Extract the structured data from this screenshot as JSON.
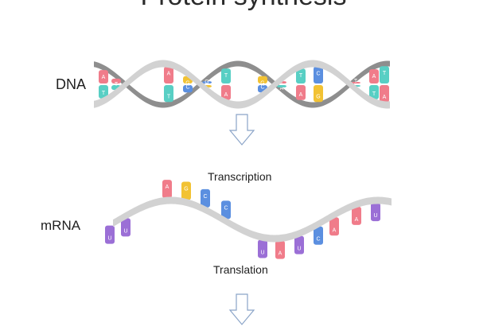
{
  "title": "Protein synthesis",
  "labels": {
    "dna": "DNA",
    "mrna": "mRNA",
    "transcription": "Transcription",
    "translation": "Translation"
  },
  "colors": {
    "A": "#f07c8a",
    "T": "#58cfc4",
    "G": "#f2c233",
    "C": "#5b8fe0",
    "U": "#9b6fd6",
    "backbone_light": "#d2d2d2",
    "backbone_dark": "#8e8e8e",
    "arrow": "#8aa4c8"
  },
  "dna_pairs": [
    [
      "A",
      "T"
    ],
    [
      "A",
      "T"
    ],
    [
      "A",
      "T"
    ],
    [
      "G",
      "C"
    ],
    [
      "C",
      "G"
    ],
    [
      "T",
      "A"
    ],
    [
      "G",
      "C"
    ],
    [
      "A",
      "T"
    ],
    [
      "T",
      "A"
    ],
    [
      "C",
      "G"
    ],
    [
      "A",
      "T"
    ],
    [
      "A",
      "T"
    ],
    [
      "T",
      "A"
    ]
  ],
  "mrna_bases": [
    "U",
    "U",
    "A",
    "G",
    "C",
    "C",
    "U",
    "A",
    "U",
    "C",
    "A",
    "A",
    "U"
  ]
}
